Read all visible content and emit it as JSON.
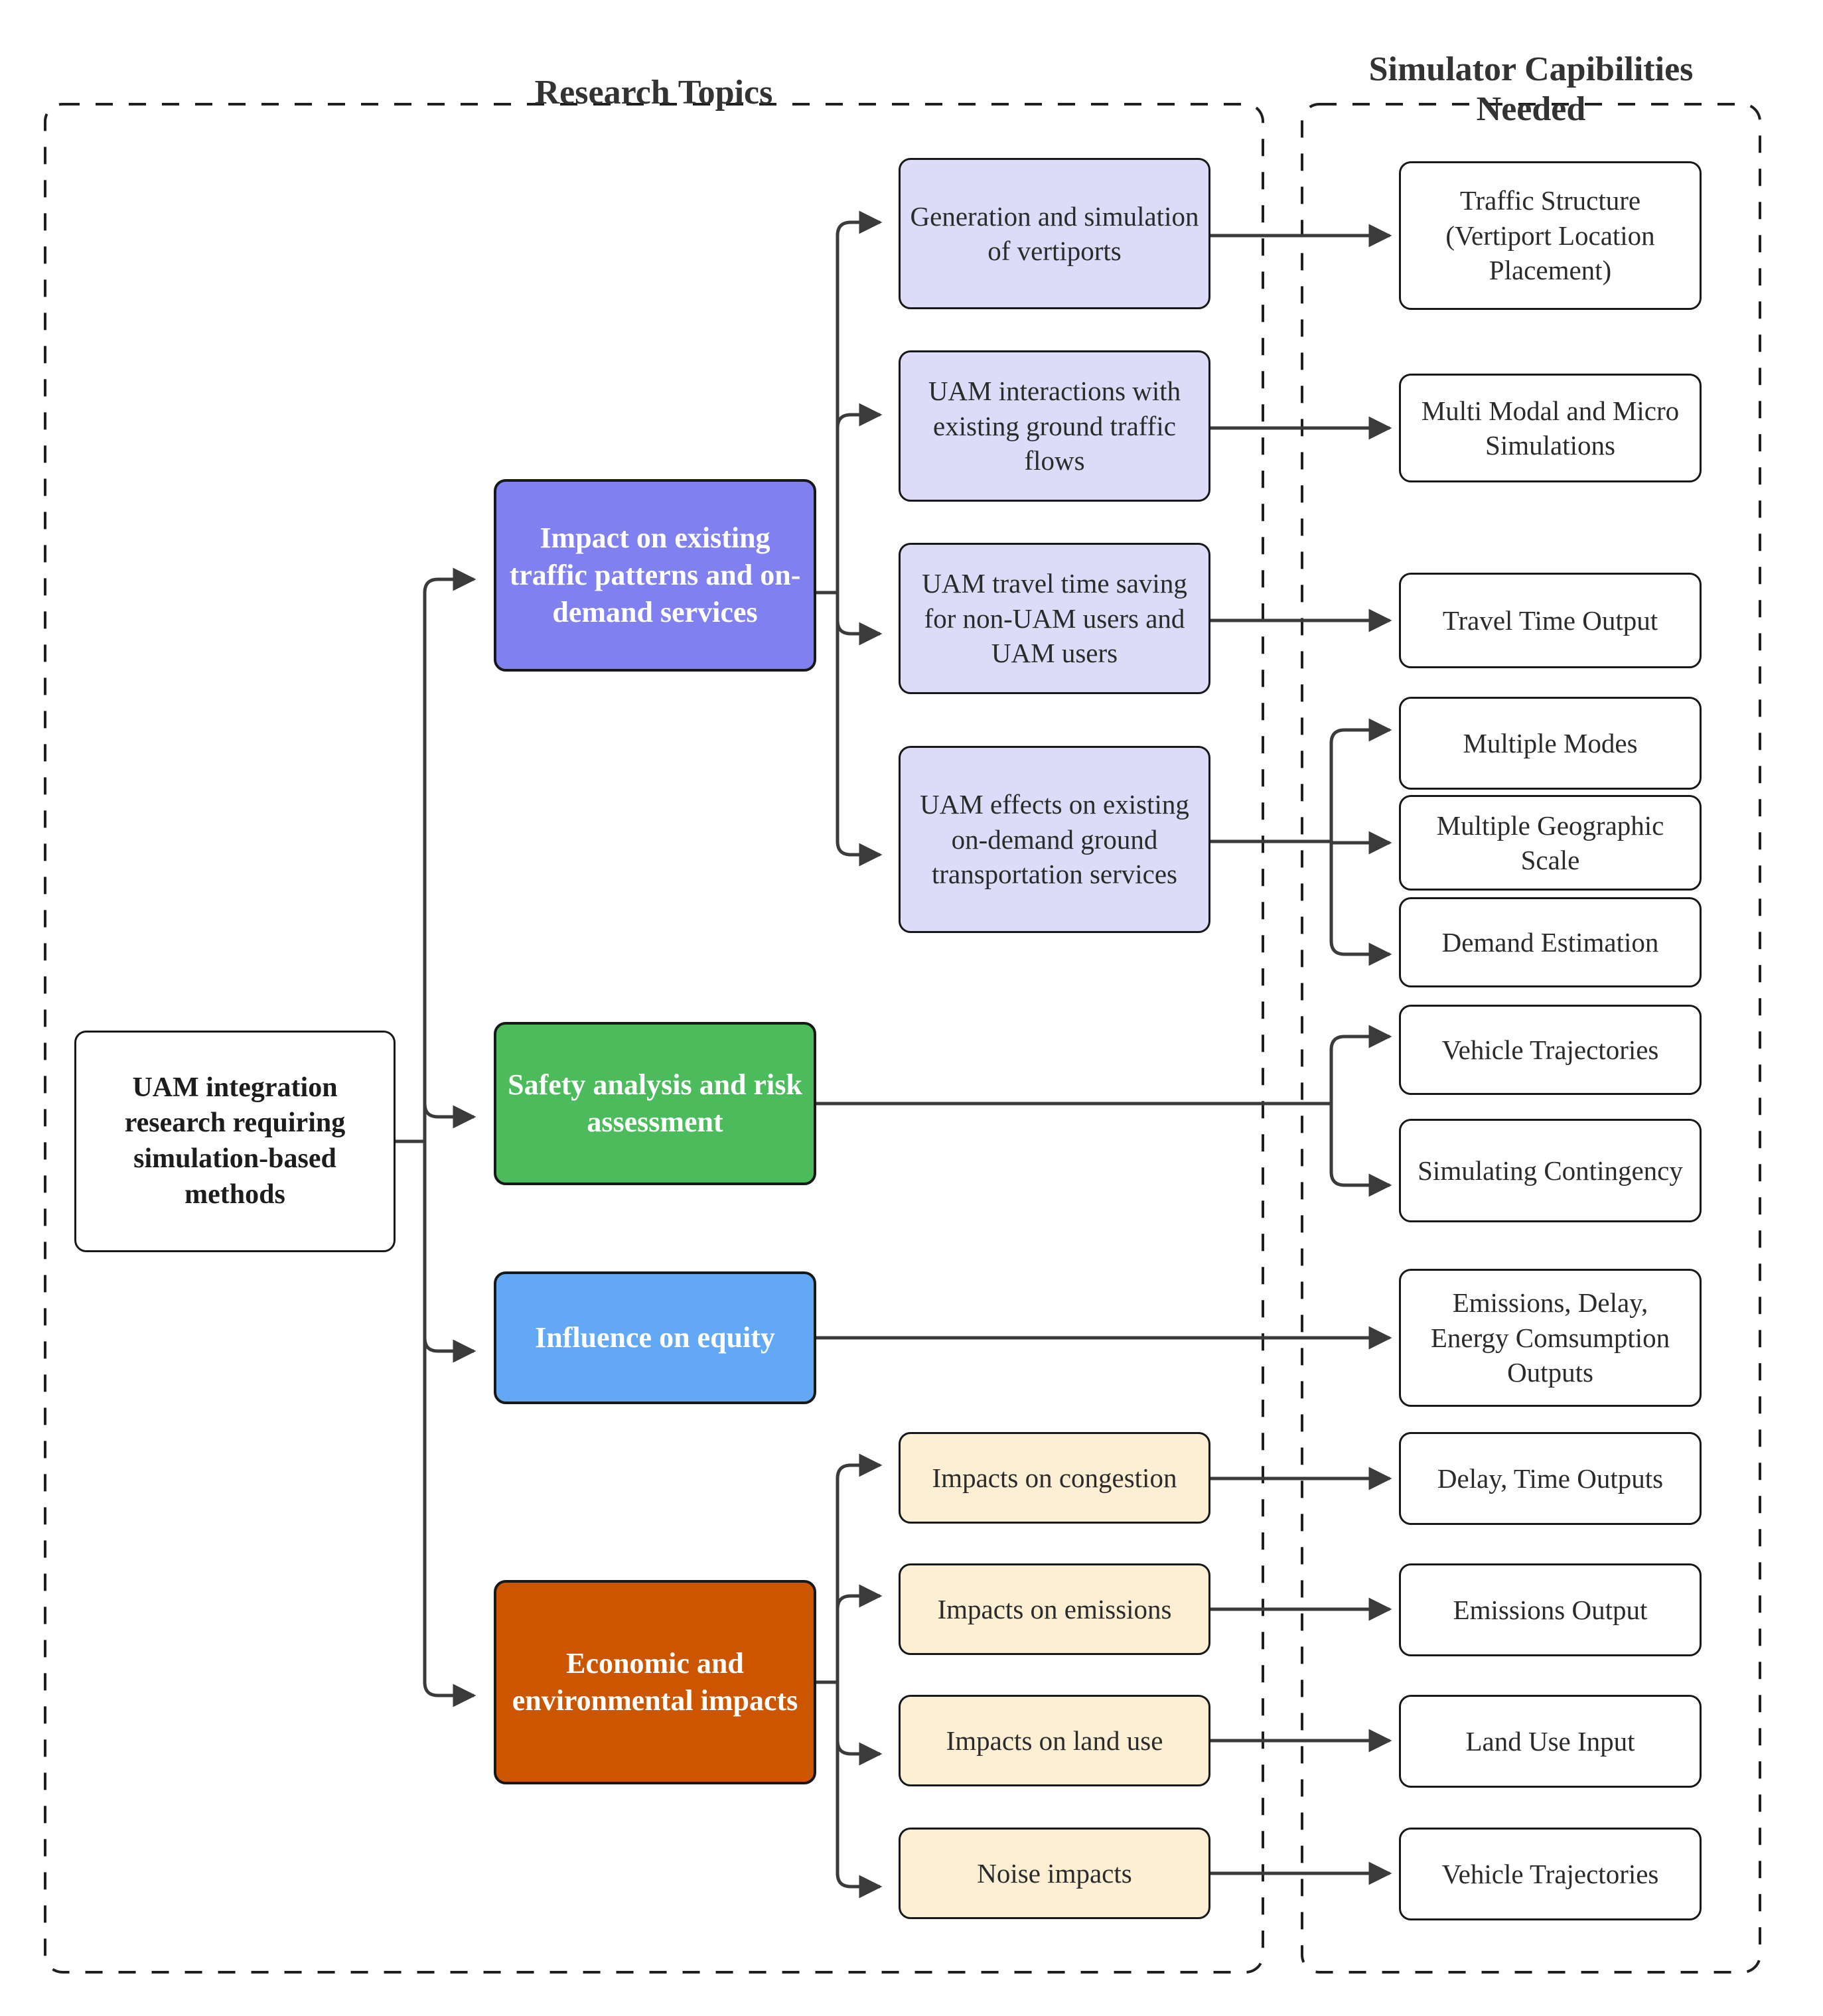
{
  "groups": [
    {
      "title": "Research Topics"
    },
    {
      "title": "Simulator Capibilities\nNeeded"
    }
  ],
  "colors": {
    "purple": "#8080F0",
    "green": "#4CBB5B",
    "blue": "#63A8F5",
    "orange": "#CC5500",
    "lavender": "#DCDCF8",
    "cream": "#FCEFD3",
    "white": "#FFFFFF",
    "stroke": "#17181a",
    "connector": "#3b3b3b"
  },
  "root": {
    "label": "UAM integration research requiring simulation-based methods"
  },
  "categories": [
    {
      "id": "impact",
      "label": "Impact on existing traffic patterns and on-demand services",
      "color": "purple"
    },
    {
      "id": "safety",
      "label": "Safety analysis and risk assessment",
      "color": "green"
    },
    {
      "id": "equity",
      "label": "Influence on equity",
      "color": "blue"
    },
    {
      "id": "economic",
      "label": "Economic and environmental impacts",
      "color": "orange"
    }
  ],
  "subtopics": [
    {
      "id": "s1",
      "parent": "impact",
      "label": "Generation and simulation of vertiports",
      "color": "lavender"
    },
    {
      "id": "s2",
      "parent": "impact",
      "label": "UAM interactions with existing ground traffic flows",
      "color": "lavender"
    },
    {
      "id": "s3",
      "parent": "impact",
      "label": "UAM travel time saving for non-UAM users and UAM users",
      "color": "lavender"
    },
    {
      "id": "s4",
      "parent": "impact",
      "label": "UAM effects on existing on-demand ground transportation services",
      "color": "lavender"
    },
    {
      "id": "s5",
      "parent": "economic",
      "label": "Impacts on congestion",
      "color": "cream"
    },
    {
      "id": "s6",
      "parent": "economic",
      "label": "Impacts on emissions",
      "color": "cream"
    },
    {
      "id": "s7",
      "parent": "economic",
      "label": "Impacts on land use",
      "color": "cream"
    },
    {
      "id": "s8",
      "parent": "economic",
      "label": "Noise impacts",
      "color": "cream"
    }
  ],
  "capabilities": [
    {
      "id": "c1",
      "from": "s1",
      "label": "Traffic Structure (Vertiport Location Placement)"
    },
    {
      "id": "c2",
      "from": "s2",
      "label": "Multi Modal and Micro Simulations"
    },
    {
      "id": "c3",
      "from": "s3",
      "label": "Travel Time Output"
    },
    {
      "id": "c4",
      "from": "s4",
      "label": "Multiple Modes"
    },
    {
      "id": "c5",
      "from": "s4",
      "label": "Multiple Geographic Scale"
    },
    {
      "id": "c6",
      "from": "s4",
      "label": "Demand Estimation"
    },
    {
      "id": "c7",
      "from": "safety",
      "label": "Vehicle Trajectories"
    },
    {
      "id": "c8",
      "from": "safety",
      "label": "Simulating Contingency"
    },
    {
      "id": "c9",
      "from": "equity",
      "label": "Emissions, Delay, Energy Comsumption Outputs"
    },
    {
      "id": "c10",
      "from": "s5",
      "label": "Delay, Time Outputs"
    },
    {
      "id": "c11",
      "from": "s6",
      "label": "Emissions Output"
    },
    {
      "id": "c12",
      "from": "s7",
      "label": "Land Use Input"
    },
    {
      "id": "c13",
      "from": "s8",
      "label": "Vehicle Trajectories"
    }
  ]
}
